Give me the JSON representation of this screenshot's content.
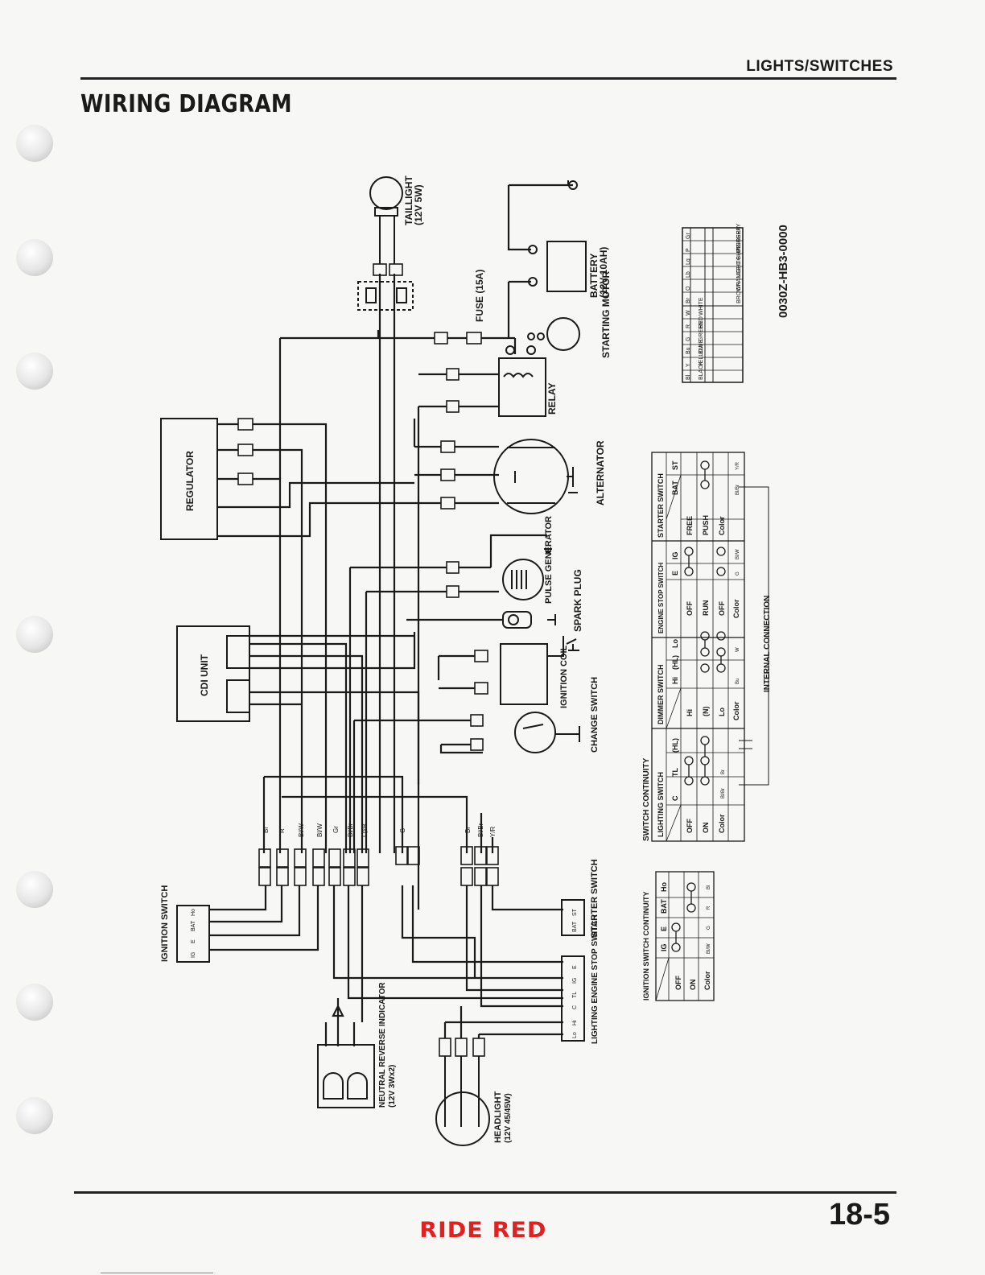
{
  "header": {
    "section": "LIGHTS/SWITCHES",
    "title": "WIRING DIAGRAM"
  },
  "footer": {
    "page_number": "18-5",
    "brand": "RIDE RED"
  },
  "diagram": {
    "part_number": "0030Z-HB3-0000",
    "components": {
      "tail_light": "TAILLIGHT",
      "tail_light_spec": "(12V 5W)",
      "battery": "BATTERY",
      "battery_spec": "(12V 10AH)",
      "fuse": "FUSE (15A)",
      "starting_motor": "STARTING MOTOR",
      "relay": "RELAY",
      "regulator": "REGULATOR",
      "alternator": "ALTERNATOR",
      "pulse_generator": "PULSE GENERATOR",
      "spark_plug": "SPARK PLUG",
      "cdi_unit": "CDI UNIT",
      "ignition_coil": "IGNITION COIL",
      "change_switch": "CHANGE SWITCH",
      "ignition_switch": "IGNITION SWITCH",
      "starter_switch": "STARTER SWITCH",
      "lighting_engine_stop_switch": "LIGHTING ENGINE STOP SWITCH",
      "neutral_reverse_indicator": "NEUTRAL REVERSE INDICATOR",
      "neutral_reverse_indicator_spec": "(12V 3Wx2)",
      "headlight": "HEADLIGHT",
      "headlight_spec": "(12V 45/45W)"
    },
    "wire_colors": [
      "Bl",
      "R",
      "Bl/W",
      "Bl/W",
      "Gr",
      "Bl/Br",
      "Lg/R",
      "G",
      "Br",
      "Bl/Br",
      "Y/R"
    ],
    "terminal_labels": {
      "ignition": [
        "IG",
        "E",
        "BAT",
        "Ho"
      ],
      "starter": [
        "BAT",
        "ST"
      ],
      "lighting": [
        "Lo",
        "Hi",
        "C",
        "TL",
        "IG",
        "E"
      ]
    },
    "color_legend": [
      {
        "code": "Bl",
        "name": "BLACK"
      },
      {
        "code": "Y",
        "name": "YELLOW"
      },
      {
        "code": "Bu",
        "name": "BLUE"
      },
      {
        "code": "G",
        "name": "GREEN"
      },
      {
        "code": "R",
        "name": "RED"
      },
      {
        "code": "W",
        "name": "WHITE"
      },
      {
        "code": "Br",
        "name": "BROWN"
      },
      {
        "code": "O",
        "name": "ORANGE"
      },
      {
        "code": "Lb",
        "name": "LIGHT BLUE"
      },
      {
        "code": "Lg",
        "name": "LIGHT GREEN"
      },
      {
        "code": "P",
        "name": "PINK"
      },
      {
        "code": "Gr",
        "name": "GRAY"
      }
    ],
    "switch_continuity": {
      "title": "SWITCH CONTINUITY",
      "lighting_switch": {
        "title": "LIGHTING SWITCH",
        "cols": [
          "C",
          "TL",
          "(HL)"
        ],
        "rows": [
          "OFF",
          "ON",
          "Color"
        ],
        "colors": [
          "Bl/Br",
          "Br",
          ""
        ]
      },
      "dimmer_switch": {
        "title": "DIMMER SWITCH",
        "cols": [
          "Hi",
          "(HL)",
          "Lo"
        ],
        "rows": [
          "Hi",
          "(N)",
          "Lo",
          "Color"
        ],
        "colors": [
          "",
          "Bu",
          "W"
        ]
      },
      "engine_stop_switch": {
        "title": "ENGINE STOP SWITCH",
        "cols": [
          "E",
          "IG"
        ],
        "rows": [
          "OFF",
          "RUN",
          "OFF",
          "Color"
        ],
        "colors": [
          "G",
          "Bl/W"
        ]
      },
      "starter_switch": {
        "title": "STARTER SWITCH",
        "cols": [
          "BAT",
          "ST"
        ],
        "rows": [
          "FREE",
          "PUSH",
          "Color"
        ],
        "colors": [
          "Bl/Br",
          "Y/R"
        ]
      },
      "internal_connection": "INTERNAL CONNECTION"
    },
    "ignition_switch_continuity": {
      "title": "IGNITION SWITCH CONTINUITY",
      "cols": [
        "IG",
        "E",
        "BAT",
        "Ho"
      ],
      "rows": [
        "OFF",
        "ON",
        "Color"
      ],
      "colors": [
        "Bl/W",
        "G",
        "R",
        "Bl"
      ]
    }
  }
}
